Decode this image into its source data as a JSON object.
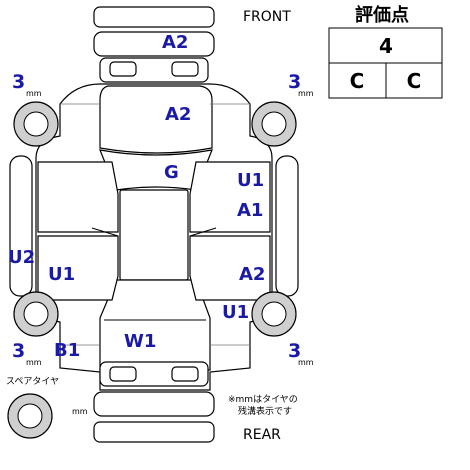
{
  "header": {
    "front_label": "FRONT",
    "rear_label": "REAR"
  },
  "score_table": {
    "title": "評価点",
    "overall": "4",
    "interior": "C",
    "exterior": "C"
  },
  "tread_depth": {
    "front_left": "3",
    "front_right": "3",
    "rear_left": "3",
    "rear_right": "3",
    "unit": "mm"
  },
  "spare_tire": {
    "label": "スペアタイヤ",
    "unit": "mm"
  },
  "note": {
    "line1": "※mmはタイヤの",
    "line2": "残溝表示です"
  },
  "damage_codes": {
    "front_bumper": "A2",
    "hood": "A2",
    "roof": "G",
    "right_front_door_u": "U1",
    "right_front_door_a": "A1",
    "left_sill": "U2",
    "left_rear_door": "U1",
    "right_rear_door": "A2",
    "right_rear_fender": "U1",
    "left_rear_fender": "B1",
    "rear_glass": "W1"
  },
  "colors": {
    "code_color": "#1a1aa6",
    "line_color": "#000000"
  }
}
